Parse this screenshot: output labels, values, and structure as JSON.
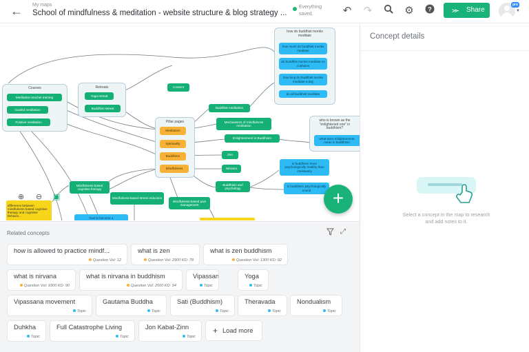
{
  "header": {
    "breadcrumb": "My maps",
    "title": "School of mindfulness & meditation - website structure & blog strategy ...",
    "save_status": "Everything saved.",
    "share_label": "Share",
    "pro_badge": "pro",
    "accent": "#19b37a"
  },
  "map": {
    "groups": {
      "courses": "Courses",
      "retreats": "Retreats",
      "pillar": "Pillar pages",
      "howdo": "how do buddhist monks meditate",
      "whoisknown": "who is known as the \"enlightened one\" in buddhism?"
    },
    "nodes": {
      "teacher_training": "Meditation teacher training",
      "guided": "Guided meditation",
      "positive": "Positive meditation",
      "yoga_retreat": "Yoga retreat",
      "buddhist_retreat": "Buddhist retreat",
      "content": "Content",
      "p_meditation": "Meditation",
      "p_spirituality": "Spirituality",
      "p_buddhism": "Buddhism",
      "p_mindfulness": "Mindfulness",
      "buddhist_meditation": "Buddhist meditation",
      "mechanisms": "Mechanisms of mindfulness meditation",
      "enlightenment": "Enlightenment in Buddhism",
      "zen": "Zen",
      "nirvana": "Nirvana",
      "psychology": "Buddhism and psychology",
      "mb_therapy": "Mindfulness-based cognitive therapy",
      "mb_stress": "Mindfulness-based stress reduction",
      "mb_pain": "Mindfulness-based pain management",
      "how_become": "how to become a",
      "difference": "difference between mindfulness based cognitive therapy and cognitive behavio...",
      "q_how_much": "how much do buddhist monks meditate",
      "q_cushions": "do buddhist monks meditate on cushions",
      "q_how_long": "how long do buddhist monks meditate a day",
      "q_do_all": "do all buddhist meditate",
      "q_what_does": "what does enlightenment mean in buddhism",
      "q_more_psych": "is buddhism more psychologically healthy than christianity",
      "q_psych_sound": "is buddhism psychologically sound"
    },
    "colors": {
      "green": "#14b075",
      "orange": "#f6b136",
      "blue": "#2ebbf5",
      "yellow": "#f7d51b"
    }
  },
  "related": {
    "title": "Related concepts",
    "load_more": "Load more",
    "chips": [
      {
        "label": "how is allowed to practice mindf...",
        "meta": "Question Vol: 12",
        "dot": "#f6b136"
      },
      {
        "label": "what is zen",
        "meta": "Question Vol: 2900 KD: 78",
        "dot": "#f6b136"
      },
      {
        "label": "what is zen buddhism",
        "meta": "Question Vol: 1300 KD: 92",
        "dot": "#f6b136"
      },
      {
        "label": "what is nirvana",
        "meta": "Question Vol: 9300 KD: 90",
        "dot": "#f6b136"
      },
      {
        "label": "what is nirvana in buddhism",
        "meta": "Question Vol: 2500 KD: 94",
        "dot": "#f6b136"
      },
      {
        "label": "Vipassanā",
        "meta": "Topic",
        "dot": "#2ebbf5"
      },
      {
        "label": "Yoga",
        "meta": "Topic",
        "dot": "#2ebbf5"
      },
      {
        "label": "Vipassana movement",
        "meta": "Topic",
        "dot": "#2ebbf5"
      },
      {
        "label": "Gautama Buddha",
        "meta": "Topic",
        "dot": "#2ebbf5"
      },
      {
        "label": "Sati (Buddhism)",
        "meta": "Topic",
        "dot": "#2ebbf5"
      },
      {
        "label": "Theravada",
        "meta": "Topic",
        "dot": "#2ebbf5"
      },
      {
        "label": "Nondualism",
        "meta": "Topic",
        "dot": "#2ebbf5"
      },
      {
        "label": "Duhkha",
        "meta": "Topic",
        "dot": "#2ebbf5"
      },
      {
        "label": "Full Catastrophe Living",
        "meta": "Topic",
        "dot": "#2ebbf5"
      },
      {
        "label": "Jon Kabat-Zinn",
        "meta": "Topic",
        "dot": "#2ebbf5"
      }
    ]
  },
  "panel": {
    "title": "Concept details",
    "hint": "Select a concept in the map to research and add notes to it."
  }
}
